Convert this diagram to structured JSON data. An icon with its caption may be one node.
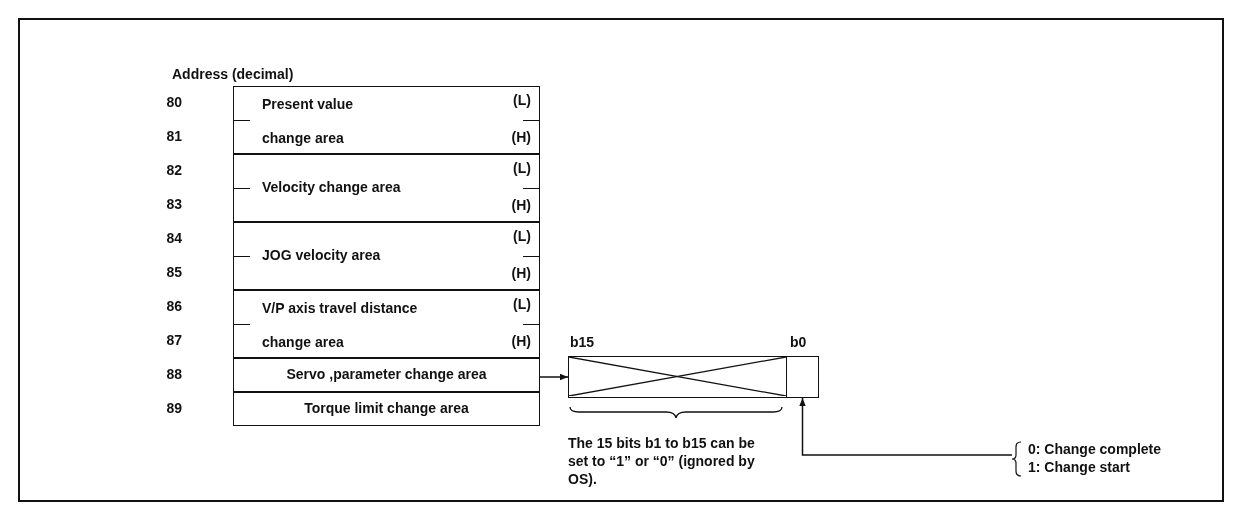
{
  "diagram": {
    "nodes": [
      {
        "text": [
          "Present value change area",
          "(L)",
          "(H)"
        ]
      },
      {
        "text": [
          "Velocity change area",
          "(L)",
          "(H)"
        ]
      },
      {
        "text": [
          "JOG velocity area",
          "(L)",
          "(H)"
        ]
      },
      {
        "text": [
          "V/P axis travel distance change area",
          "(L)",
          "(H)"
        ]
      },
      {
        "text": [
          "Servo ,parameter change area"
        ]
      },
      {
        "text": [
          "Torque limit change area"
        ]
      },
      {
        "text": [],
        "shape": "box"
      },
      {
        "text": [],
        "shape": "box"
      },
      {
        "text": [
          "0: Change complete",
          "1: Change start"
        ]
      }
    ],
    "edges": [
      {
        "from": 4,
        "to": 6,
        "arrow": "to"
      },
      {
        "from": 8,
        "to": 7,
        "arrow": "to"
      }
    ],
    "labels": [
      "Address (decimal)",
      "80",
      "81",
      "82",
      "83",
      "84",
      "85",
      "86",
      "87",
      "88",
      "89",
      "b15",
      "b0",
      "The 15 bits b1 to b15 can be set to “1” or “0” (ignored by OS)."
    ]
  }
}
